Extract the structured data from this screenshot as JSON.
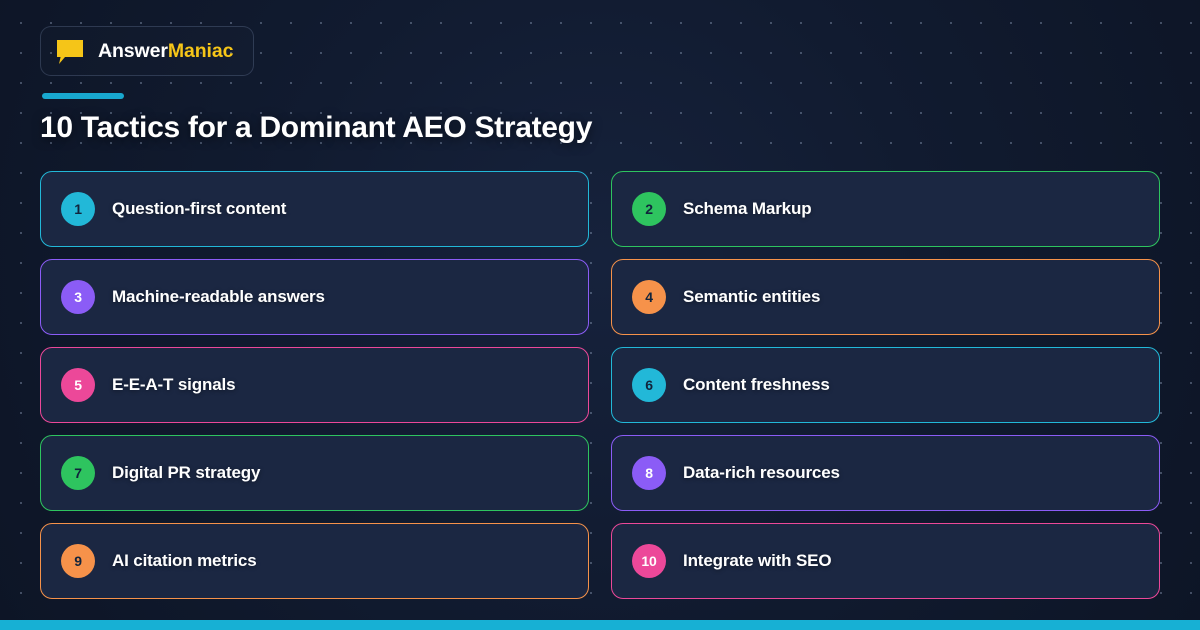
{
  "brand": {
    "name_primary": "Answer",
    "name_accent": "Maniac",
    "logo_icon": "speech-bubble-icon",
    "logo_color": "#f5c518"
  },
  "header": {
    "title": "10 Tactics for a Dominant AEO Strategy",
    "rule_color": "#18a8cf"
  },
  "theme": {
    "background": "#101a2e",
    "card_background": "#1b2742",
    "text_primary": "#ffffff",
    "bottom_bar_color": "#17b0d4"
  },
  "cards": [
    {
      "number": "1",
      "label": "Question-first content",
      "accent": "#22b8d8",
      "badge_fg": "#11243c"
    },
    {
      "number": "2",
      "label": "Schema Markup",
      "accent": "#2ec45f",
      "badge_fg": "#11243c"
    },
    {
      "number": "3",
      "label": "Machine-readable answers",
      "accent": "#8b5cf6",
      "badge_fg": "#ffffff"
    },
    {
      "number": "4",
      "label": "Semantic entities",
      "accent": "#f6924a",
      "badge_fg": "#11243c"
    },
    {
      "number": "5",
      "label": "E-E-A-T signals",
      "accent": "#ec4899",
      "badge_fg": "#ffffff"
    },
    {
      "number": "6",
      "label": "Content freshness",
      "accent": "#22b8d8",
      "badge_fg": "#11243c"
    },
    {
      "number": "7",
      "label": "Digital PR strategy",
      "accent": "#2ec45f",
      "badge_fg": "#11243c"
    },
    {
      "number": "8",
      "label": "Data-rich resources",
      "accent": "#8b5cf6",
      "badge_fg": "#ffffff"
    },
    {
      "number": "9",
      "label": "AI citation metrics",
      "accent": "#f6924a",
      "badge_fg": "#11243c"
    },
    {
      "number": "10",
      "label": "Integrate with SEO",
      "accent": "#ec4899",
      "badge_fg": "#ffffff"
    }
  ]
}
